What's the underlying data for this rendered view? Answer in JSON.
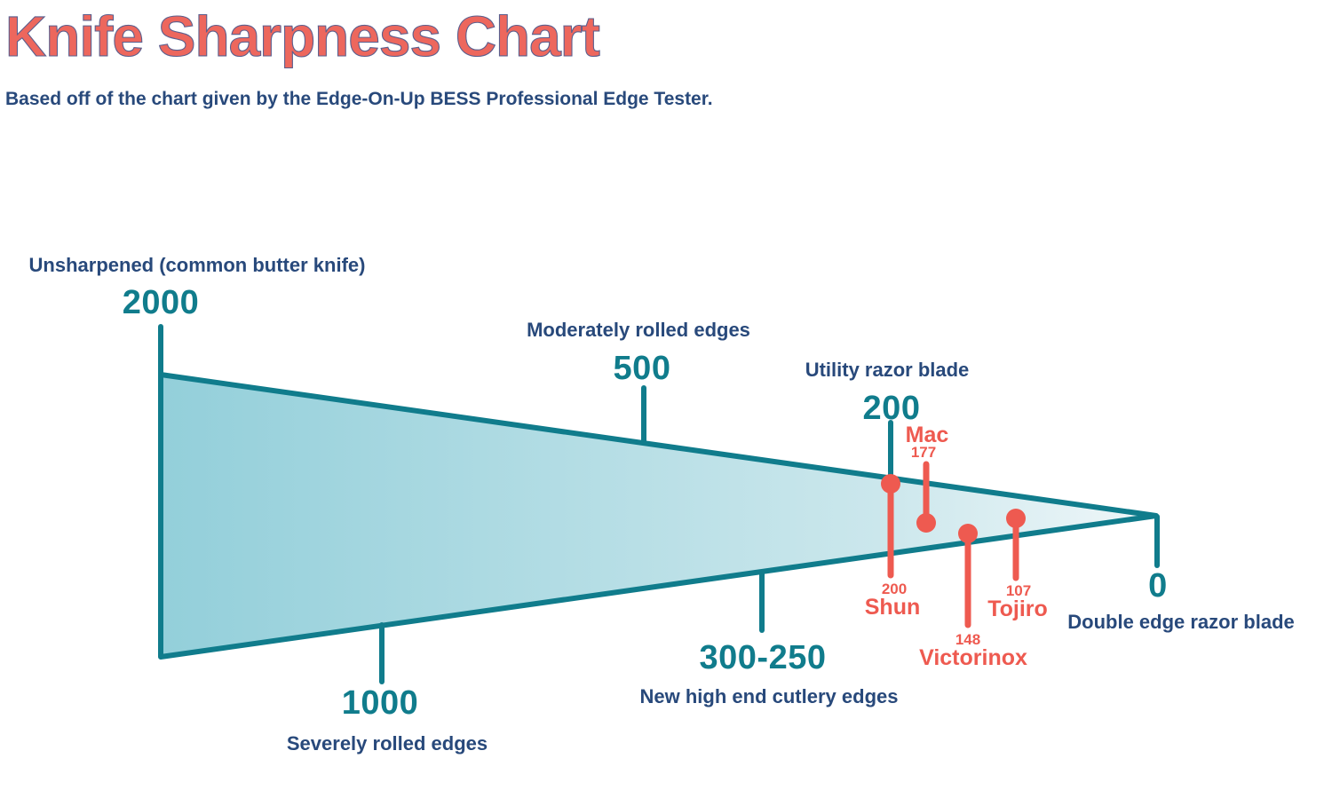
{
  "header": {
    "title": "Knife Sharpness Chart",
    "subtitle": "Based off of the chart given by the Edge-On-Up BESS Professional Edge Tester."
  },
  "colors": {
    "title_coral": "#ED675D",
    "marker_coral": "#EE5A50",
    "teal": "#107C8C",
    "navy": "#28497B",
    "wedge_gradient_start": "#93CFDA",
    "wedge_gradient_end": "#F0F7F9"
  },
  "chart_data": {
    "type": "scale",
    "title": "Knife Sharpness Chart",
    "orientation": "horizontal wedge, values decrease left (2000) to right (0)",
    "axis": {
      "left_value": 2000,
      "right_value": 0
    },
    "scale_points": [
      {
        "value": "2000",
        "label": "Unsharpened (common butter knife)",
        "side": "top"
      },
      {
        "value": "1000",
        "label": "Severely rolled edges",
        "side": "bottom"
      },
      {
        "value": "500",
        "label": "Moderately rolled edges",
        "side": "top"
      },
      {
        "value": "300-250",
        "label": "New high end cutlery edges",
        "side": "bottom"
      },
      {
        "value": "200",
        "label": "Utility razor blade",
        "side": "top"
      },
      {
        "value": "0",
        "label": "Double edge razor blade",
        "side": "bottom"
      }
    ],
    "markers": [
      {
        "name": "Shun",
        "value": "200",
        "label_side": "bottom"
      },
      {
        "name": "Mac",
        "value": "177",
        "label_side": "top"
      },
      {
        "name": "Victorinox",
        "value": "148",
        "label_side": "bottom"
      },
      {
        "name": "Tojiro",
        "value": "107",
        "label_side": "bottom"
      }
    ]
  }
}
